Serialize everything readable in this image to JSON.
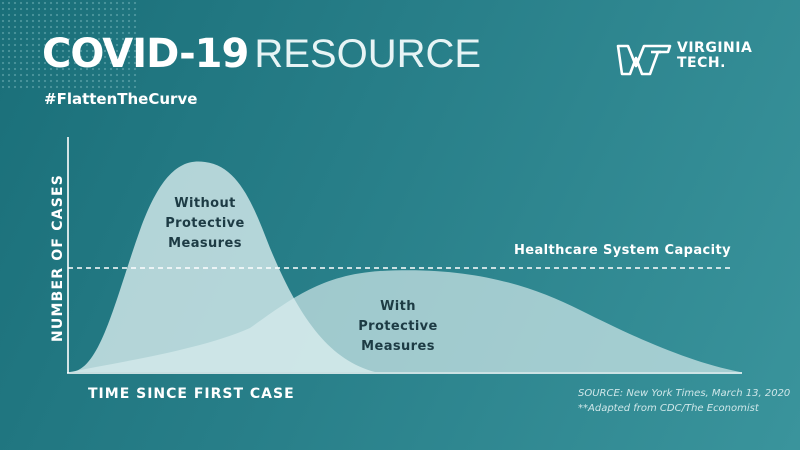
{
  "header": {
    "title_bold": "COVID-19",
    "title_light": "RESOURCE",
    "hashtag": "#FlattenTheCurve"
  },
  "logo": {
    "line1": "VIRGINIA",
    "line2": "TECH.",
    "mark": "vt-logo-icon"
  },
  "diagram": {
    "y_axis_label": "NUMBER OF CASES",
    "x_axis_label": "TIME SINCE FIRST CASE",
    "capacity_label": "Healthcare System Capacity",
    "curve_without": [
      "Without",
      "Protective",
      "Measures"
    ],
    "curve_with": [
      "With",
      "Protective",
      "Measures"
    ]
  },
  "source": {
    "line1": "SOURCE: New York Times, March 13, 2020",
    "line2": "**Adapted from CDC/The Economist"
  },
  "colors": {
    "background": "#287f89",
    "curve_fill": "#cfe6e8",
    "label_text": "#1d3b44"
  }
}
